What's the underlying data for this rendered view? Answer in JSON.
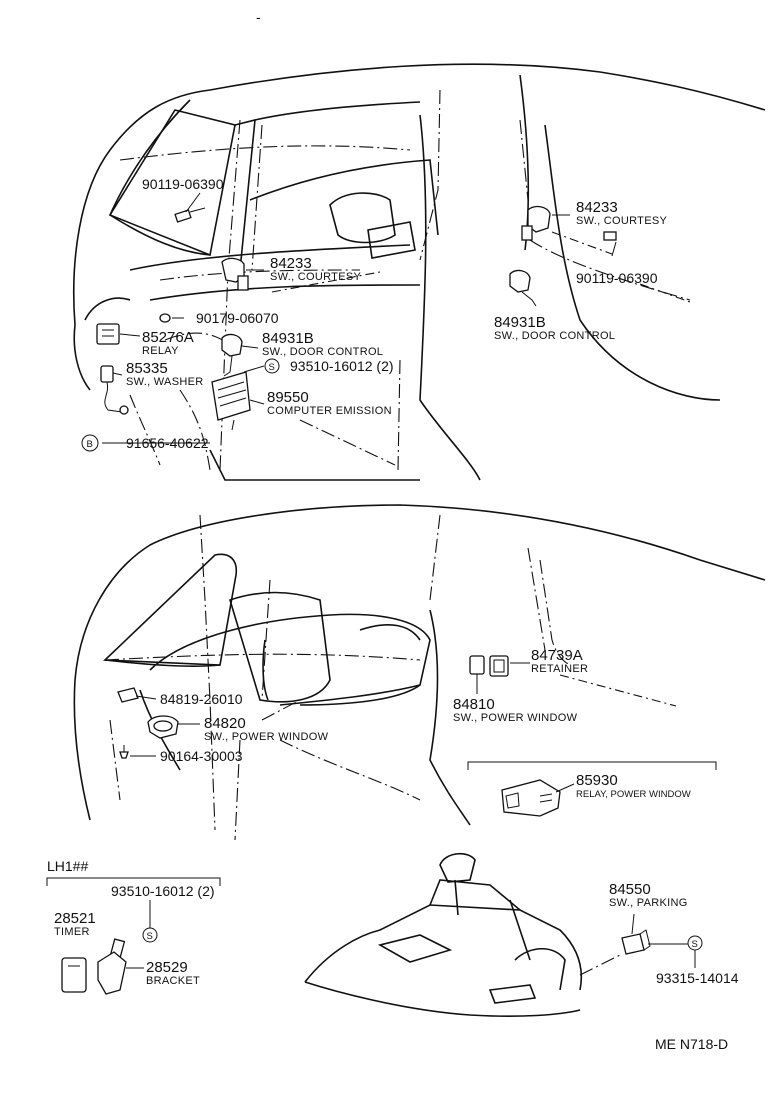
{
  "top_mark": "-",
  "group_lh": "LH1##",
  "parts": {
    "p90119_left": "90119-06390",
    "p84233_left": "84233",
    "n84233_left": "SW., COURTESY",
    "p90179": "90179-06070",
    "p85276a": "85276A",
    "n85276a": "RELAY",
    "p84931b_left": "84931B",
    "n84931b_left": "SW., DOOR CONTROL",
    "p85335": "85335",
    "n85335": "SW., WASHER",
    "p93510_top": "93510-16012 (2)",
    "p89550": "89550",
    "n89550": "COMPUTER EMISSION",
    "p91656": "91656-40622",
    "p84233_right": "84233",
    "n84233_right": "SW., COURTESY",
    "p90119_right": "90119-06390",
    "p84931b_right": "84931B",
    "n84931b_right": "SW., DOOR CONTROL",
    "p84739a": "84739A",
    "n84739a": "RETAINER",
    "p84810": "84810",
    "n84810": "SW., POWER WINDOW",
    "p84819": "84819-26010",
    "p84820": "84820",
    "n84820": "SW., POWER WINDOW",
    "p90164": "90164-30003",
    "p85930": "85930",
    "n85930": "RELAY, POWER WINDOW",
    "p93510_bottom": "93510-16012 (2)",
    "p28521": "28521",
    "n28521": "TIMER",
    "p28529": "28529",
    "n28529": "BRACKET",
    "p84550": "84550",
    "n84550": "SW., PARKING",
    "p93315": "93315-14014"
  },
  "symbols": {
    "s_marker": "S",
    "b_marker": "B"
  },
  "footer_code": "ME  N718-D"
}
